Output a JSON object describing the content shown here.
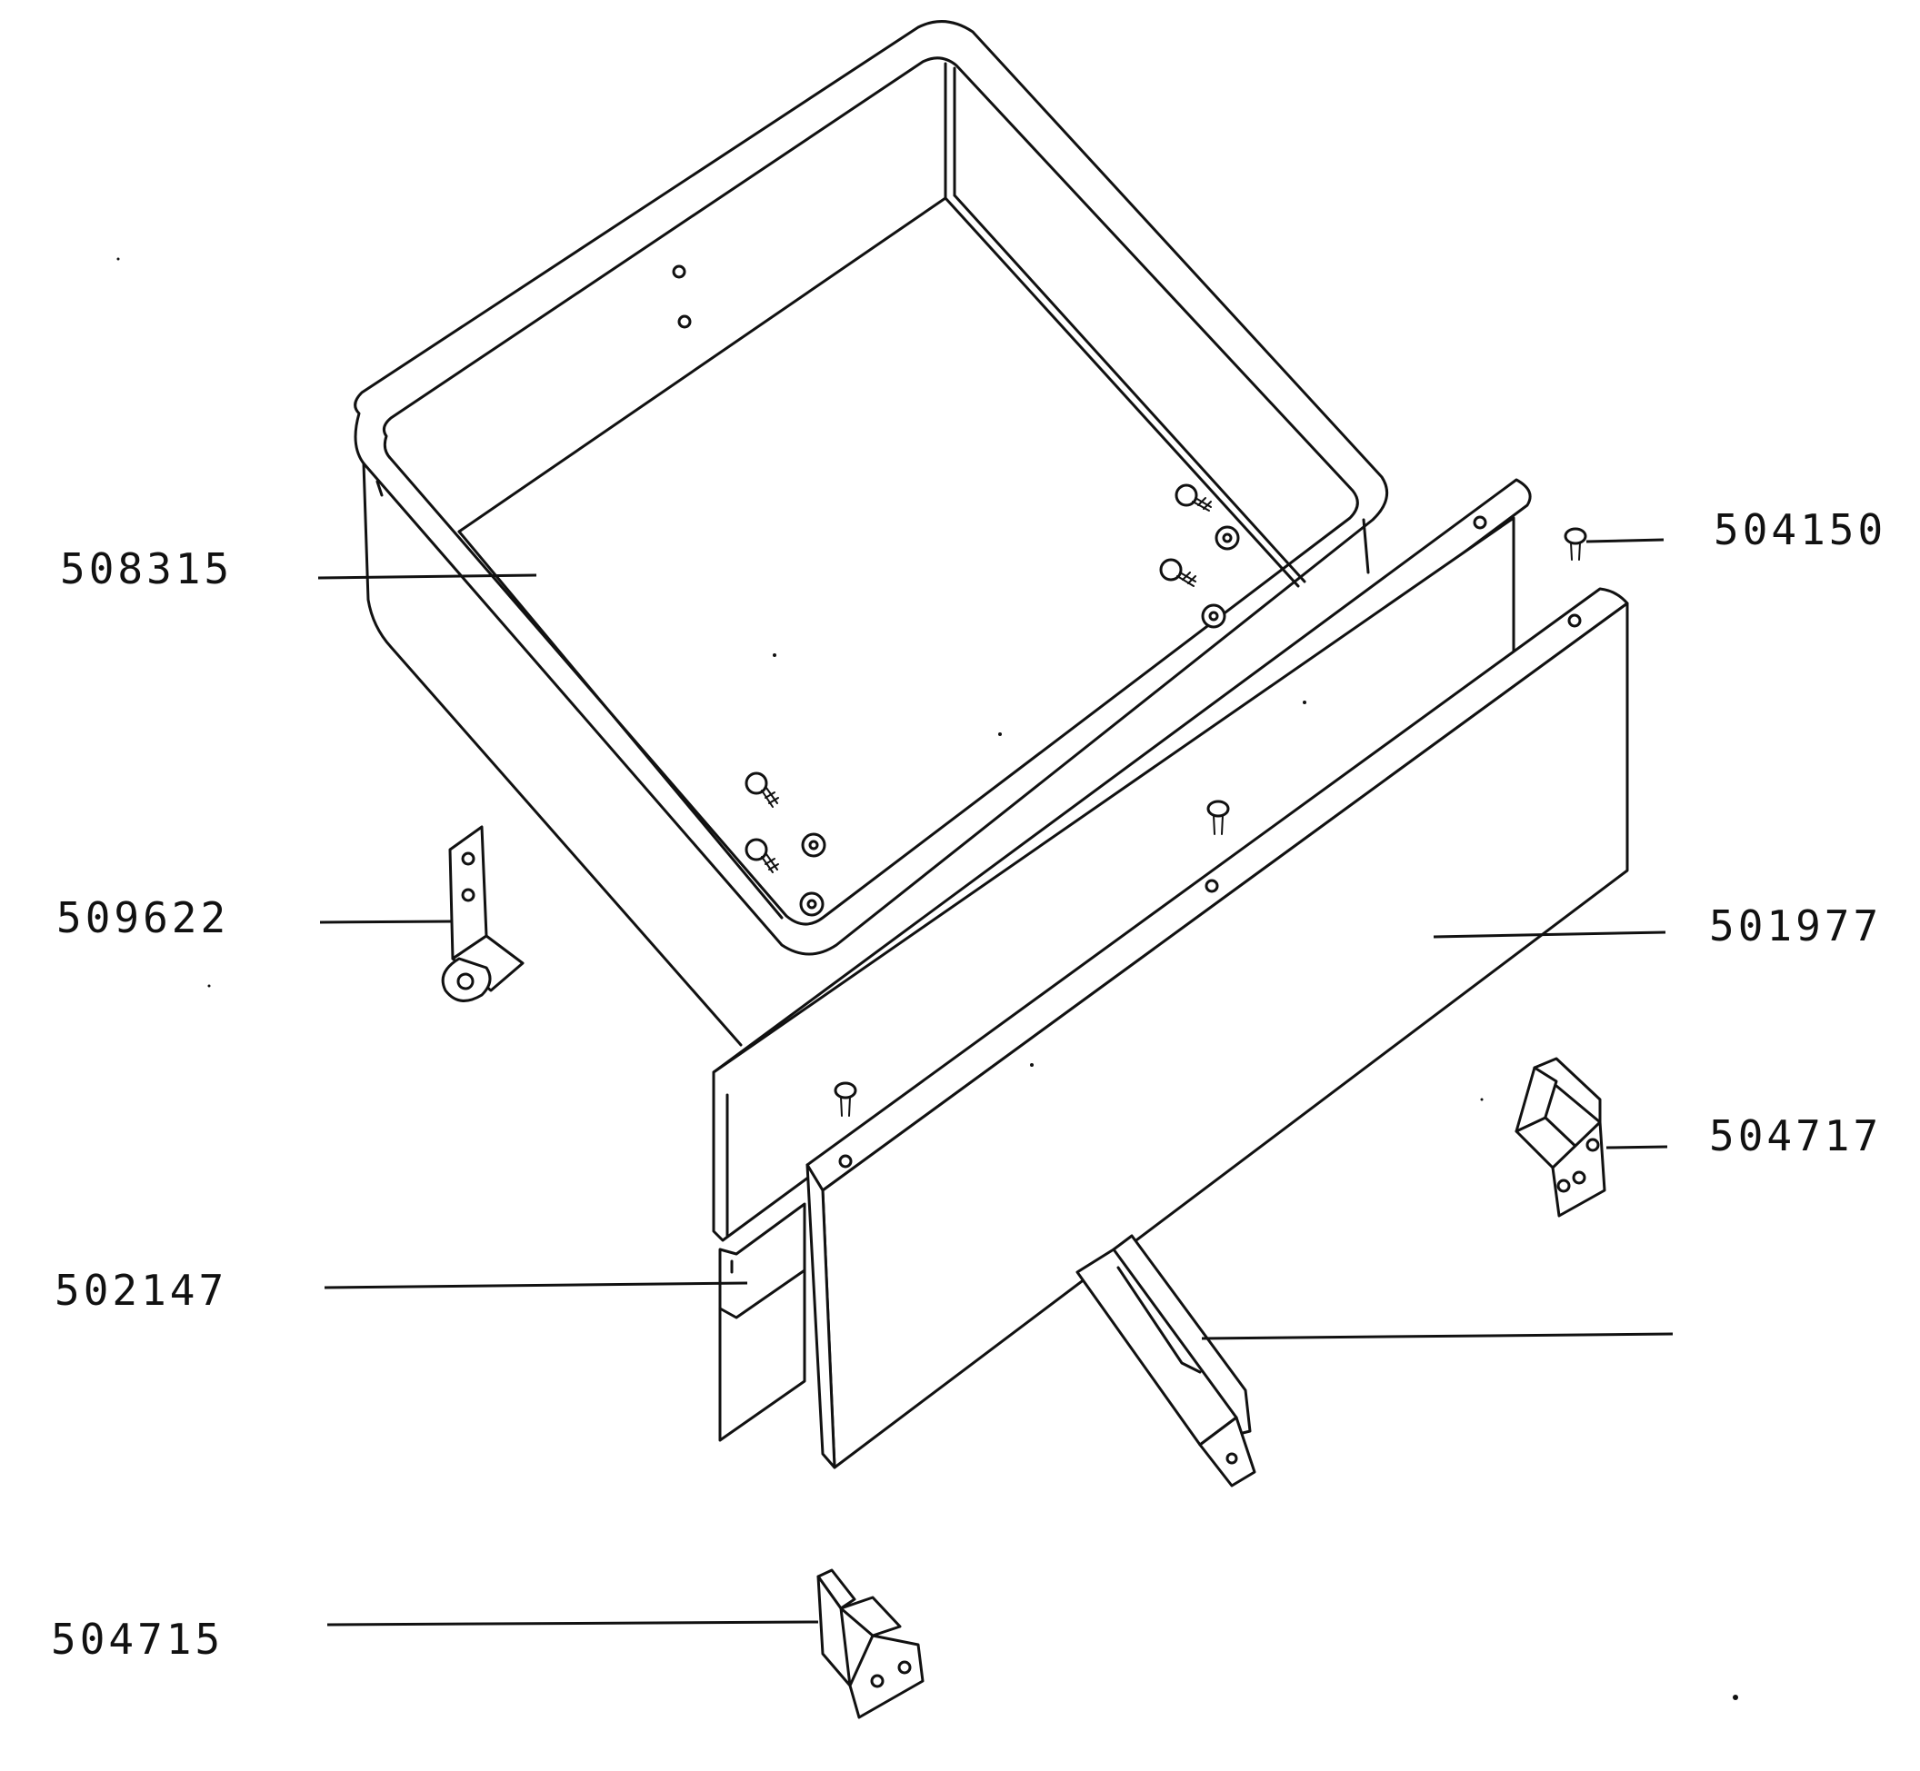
{
  "labels": {
    "tray": "508315",
    "cotter_pin": "504150",
    "caster_bracket": "509622",
    "front_panel": "501977",
    "right_bracket": "504717",
    "back_rail": "502147",
    "left_bracket": "504715"
  },
  "colors": {
    "ink": "#111111",
    "background": "#ffffff"
  }
}
